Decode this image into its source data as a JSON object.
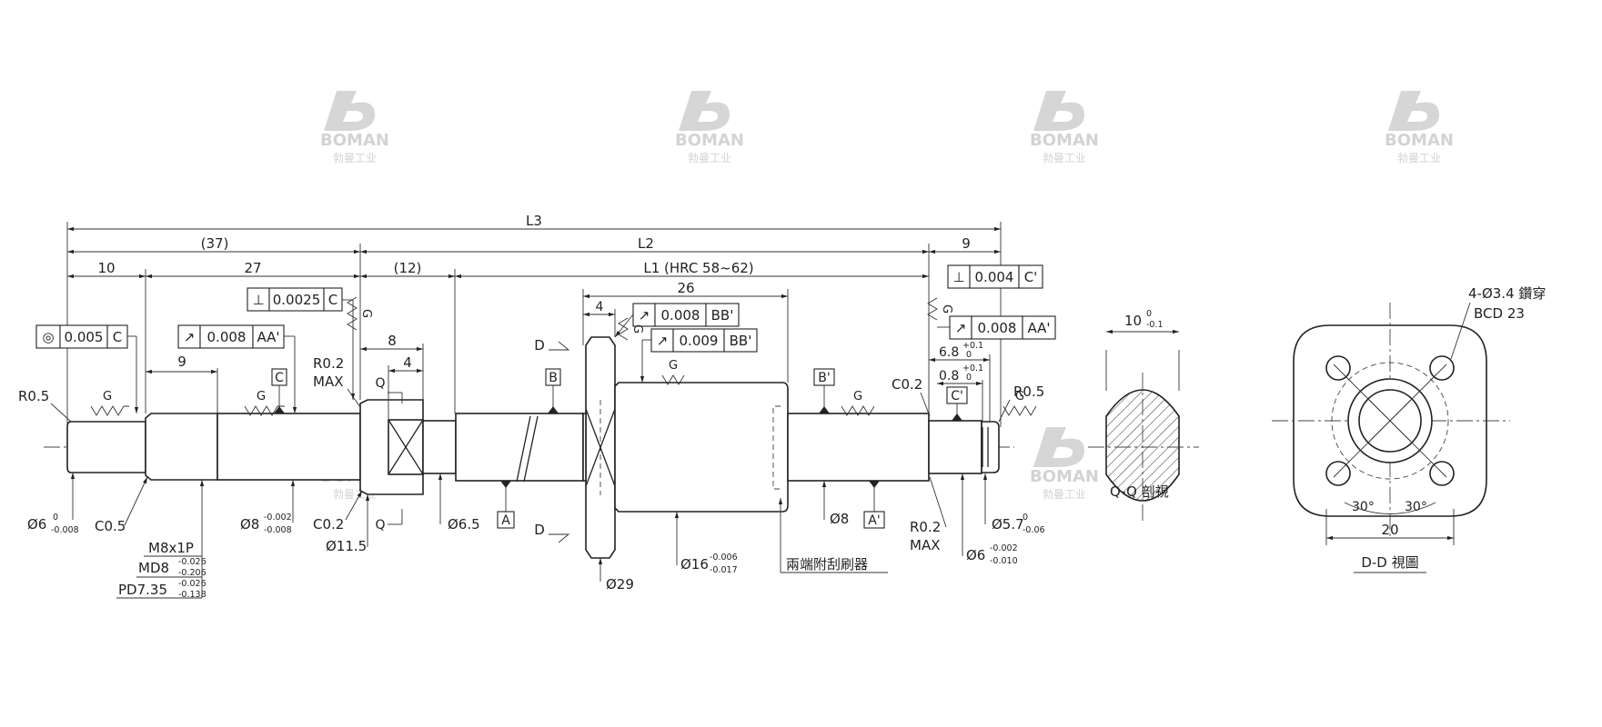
{
  "watermark": {
    "brand": "BOMAN",
    "company": "勃曼工业"
  },
  "dims": {
    "L3": "L3",
    "p37": "(37)",
    "L2": "L2",
    "d10": "10",
    "d27": "27",
    "p12": "(12)",
    "L1": "L1 (HRC 58~62)",
    "d9_right": "9",
    "d26": "26",
    "d4_nut": "4",
    "d9_left": "9",
    "d8": "8",
    "d4": "4",
    "flat10": "10",
    "flat10_tol_up": "0",
    "flat10_tol_low": "-0.1",
    "d6_8": "6.8",
    "d6_8_up": "+0.1",
    "d6_8_low": "0",
    "d0_8": "0.8",
    "d0_8_up": "+0.1",
    "d0_8_low": "0"
  },
  "tolerance_frames": {
    "concentric": {
      "symbol": "◎",
      "value": "0.005",
      "datum": "C"
    },
    "perp_left": {
      "symbol": "⊥",
      "value": "0.0025",
      "datum": "C"
    },
    "runout_left": {
      "symbol": "↗",
      "value": "0.008",
      "datum": "AA'"
    },
    "runout_nut1": {
      "symbol": "↗",
      "value": "0.008",
      "datum": "BB'"
    },
    "runout_nut2": {
      "symbol": "↗",
      "value": "0.009",
      "datum": "BB'"
    },
    "perp_right": {
      "symbol": "⊥",
      "value": "0.004",
      "datum": "C'"
    },
    "runout_right": {
      "symbol": "↗",
      "value": "0.008",
      "datum": "AA'"
    }
  },
  "datums": {
    "A": "A",
    "A_prime": "A'",
    "B": "B",
    "B_prime": "B'",
    "C": "C",
    "C_prime": "C'"
  },
  "grind_mark": "G",
  "section_marks": {
    "Q": "Q",
    "D": "D"
  },
  "labels": {
    "r05_left": "R0.5",
    "c05": "C0.5",
    "phi6": "Ø6",
    "phi6_up": "0",
    "phi6_low": "-0.008",
    "m8": "M8x1P",
    "md8": "MD8",
    "md8_up": "-0.026",
    "md8_low": "-0.206",
    "pd": "PD7.35",
    "pd_up": "-0.026",
    "pd_low": "-0.138",
    "phi8_left": "Ø8",
    "phi8_up": "-0.002",
    "phi8_low": "-0.008",
    "r02_left": "R0.2",
    "max_left": "MAX",
    "c02_left": "C0.2",
    "phi11_5": "Ø11.5",
    "phi6_5": "Ø6.5",
    "phi29": "Ø29",
    "phi16": "Ø16",
    "phi16_up": "-0.006",
    "phi16_low": "-0.017",
    "wiper": "兩端附刮刷器",
    "phi8_mid": "Ø8",
    "c02_right": "C0.2",
    "r05_right": "R0.5",
    "r02_right": "R0.2",
    "max_right": "MAX",
    "phi6_right": "Ø6",
    "phi6_right_up": "-0.002",
    "phi6_right_low": "-0.010",
    "phi5_7": "Ø5.7",
    "phi5_7_up": "0",
    "phi5_7_low": "-0.06"
  },
  "views": {
    "section_qq": "Q-Q 剖視",
    "view_dd": "D-D 視圖",
    "holes": "4-Ø3.4 鑽穿",
    "bcd": "BCD 23",
    "angle_left": "30°",
    "angle_right": "30°",
    "width": "20"
  }
}
